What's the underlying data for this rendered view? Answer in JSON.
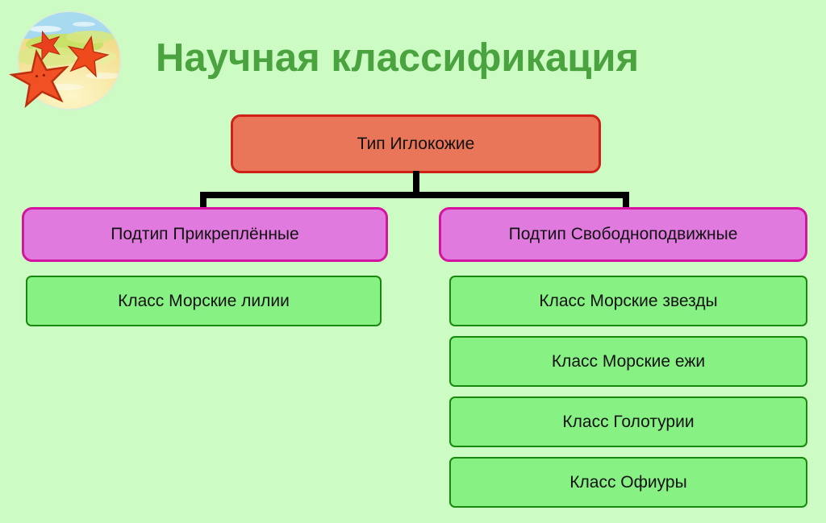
{
  "slide": {
    "title": "Научная классификация",
    "background_color": "#ccfcc4",
    "title_color": "#4aa33f"
  },
  "logo": {
    "name": "starfish-beach-logo",
    "alt": "Три морские звезды на песчаном пляже",
    "sky_color": "#9ed7ef",
    "sand_color": "#f5e7a8",
    "water_color": "#c9e06a",
    "starfish_color": "#e8401e",
    "starfish_count": 3
  },
  "diagram": {
    "type": "hierarchy",
    "root": {
      "label": "Тип Иглокожие",
      "fill": "#e97659",
      "border": "#cf2019"
    },
    "branches": [
      {
        "label": "Подтип Прикреплённые",
        "fill": "#e07ade",
        "border": "#d4149f",
        "classes": [
          {
            "label": "Класс Морские лилии",
            "fill": "#87f184",
            "border": "#18890e"
          }
        ]
      },
      {
        "label": "Подтип Свободноподвижные",
        "fill": "#e07ade",
        "border": "#d4149f",
        "classes": [
          {
            "label": "Класс Морские звезды",
            "fill": "#87f184",
            "border": "#18890e"
          },
          {
            "label": "Класс Морские ежи",
            "fill": "#87f184",
            "border": "#18890e"
          },
          {
            "label": "Класс Голотурии",
            "fill": "#87f184",
            "border": "#18890e"
          },
          {
            "label": "Класс Офиуры",
            "fill": "#87f184",
            "border": "#18890e"
          }
        ]
      }
    ],
    "connector_color": "#000000"
  }
}
